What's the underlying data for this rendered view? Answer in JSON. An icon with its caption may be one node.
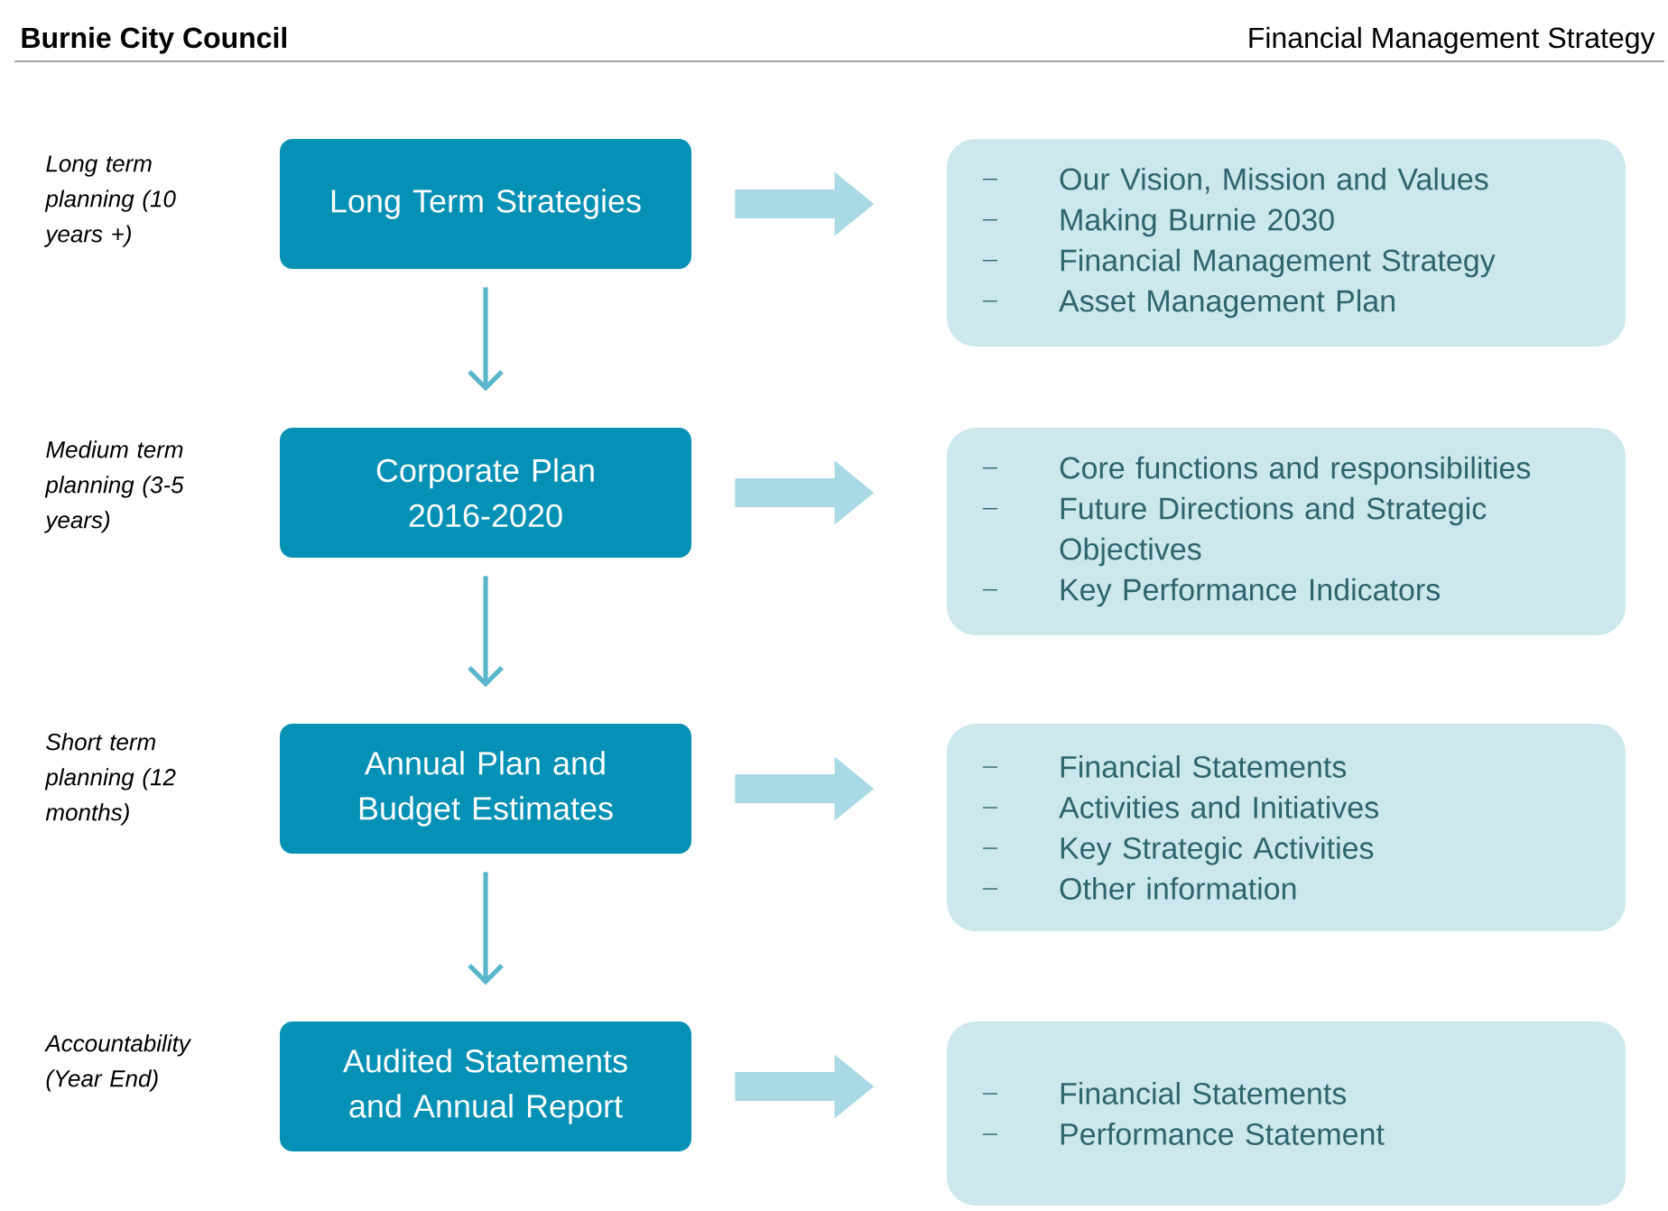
{
  "diagram": {
    "nodes": [
      {
        "text": [
          "Long Term Strategies"
        ]
      },
      {
        "text": [
          "Corporate Plan 2016-2020"
        ]
      },
      {
        "text": [
          "Annual Plan and Budget Estimates"
        ]
      },
      {
        "text": [
          "Audited Statements and Annual Report"
        ]
      },
      {
        "text": [
          "Our Vision, Mission and Values",
          "Making Burnie 2030",
          "Financial Management Strategy",
          "Asset Management Plan"
        ]
      },
      {
        "text": [
          "Core functions and responsibilities",
          "Future Directions and Strategic Objectives",
          "Key Performance Indicators"
        ]
      },
      {
        "text": [
          "Financial Statements",
          "Activities and Initiatives",
          "Key Strategic Activities",
          "Other information"
        ]
      },
      {
        "text": [
          "Financial Statements",
          "Performance Statement"
        ]
      }
    ],
    "edges": [
      {
        "from": 0,
        "to": 1,
        "arrow": "to"
      },
      {
        "from": 1,
        "to": 2,
        "arrow": "to"
      },
      {
        "from": 2,
        "to": 3,
        "arrow": "to"
      },
      {
        "from": 0,
        "to": 4,
        "arrow": "to"
      },
      {
        "from": 1,
        "to": 5,
        "arrow": "to"
      },
      {
        "from": 2,
        "to": 6,
        "arrow": "to"
      },
      {
        "from": 3,
        "to": 7,
        "arrow": "to"
      }
    ],
    "labels": [
      "Burnie City Council",
      "Financial Management Strategy",
      "Long term planning (10 years +)",
      "Medium term planning (3-5 years)",
      "Short term planning (12 months)",
      "Accountability (Year End)"
    ]
  }
}
